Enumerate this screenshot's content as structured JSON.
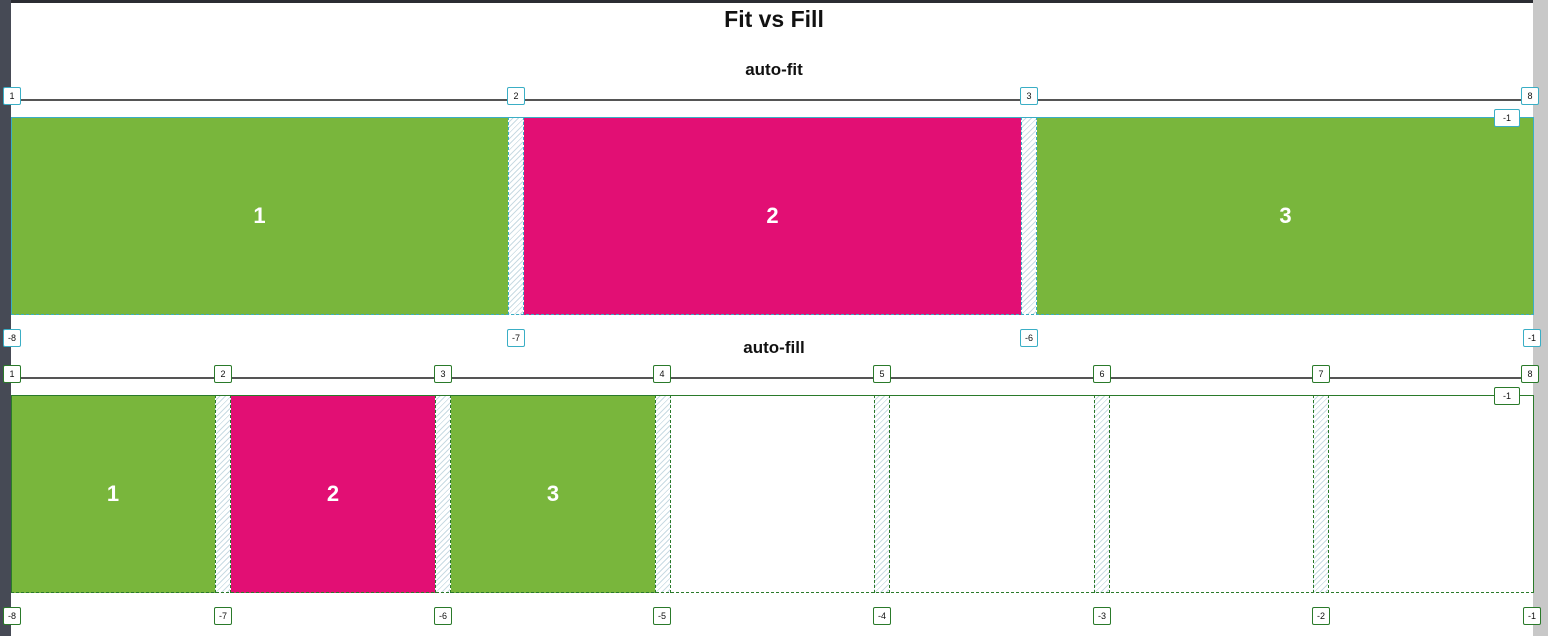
{
  "title": "Fit vs Fill",
  "sections": {
    "fit": {
      "label": "auto-fit",
      "items": [
        "1",
        "2",
        "3"
      ],
      "top_lines": [
        "1",
        "2",
        "3",
        "8"
      ],
      "right_line": "-1",
      "bottom_lines": [
        "-8",
        "-7",
        "-6",
        "-1"
      ]
    },
    "fill": {
      "label": "auto-fill",
      "items": [
        "1",
        "2",
        "3"
      ],
      "top_lines": [
        "1",
        "2",
        "3",
        "4",
        "5",
        "6",
        "7",
        "8"
      ],
      "right_line": "-1",
      "bottom_lines": [
        "-8",
        "-7",
        "-6",
        "-5",
        "-4",
        "-3",
        "-2",
        "-1"
      ]
    }
  },
  "colors": {
    "green": "#79b63c",
    "pink": "#e20f74",
    "fit_overlay": "#3aaec5",
    "fill_overlay": "#2a7a2a"
  }
}
